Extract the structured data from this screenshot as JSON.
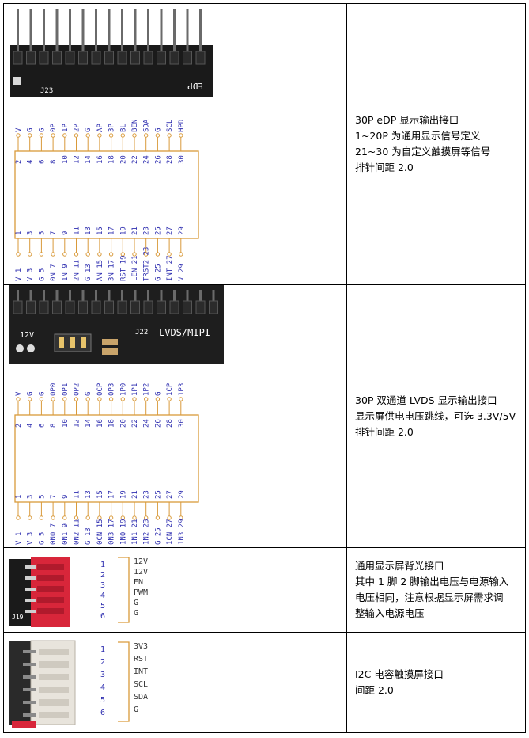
{
  "rows": [
    {
      "top_labels": [
        "V",
        "G",
        "G",
        "0P",
        "1P",
        "2P",
        "G",
        "AP",
        "3P",
        "BL",
        "BEN",
        "SDA",
        "G",
        "SCL",
        "HPD"
      ],
      "bottom_labels": [
        "V",
        "V",
        "G",
        "0N",
        "1N",
        "2N",
        "G",
        "AN",
        "3N",
        "RST",
        "LEN",
        "TRST2",
        "G",
        "INT",
        "V"
      ],
      "header_label": "J23",
      "header_silk": "EDP",
      "desc": [
        "30P eDP 显示输出接口",
        "1~20P 为通用显示信号定义",
        "21~30 为自定义触摸屏等信号",
        "排针间距 2.0"
      ]
    },
    {
      "top_labels": [
        "V",
        "G",
        "G",
        "0P0",
        "0P1",
        "0P2",
        "G",
        "0CP",
        "0P3",
        "1P0",
        "1P1",
        "1P2",
        "G",
        "1CP",
        "1P3"
      ],
      "bottom_labels": [
        "V",
        "V",
        "G",
        "0N0",
        "0N1",
        "0N2",
        "G",
        "0CN",
        "0N3",
        "1N0",
        "1N1",
        "1N2",
        "G",
        "1CN",
        "1N3"
      ],
      "header_label": "J22",
      "header_silk": "LVDS/MIPI",
      "jumper_label": "12V",
      "desc": [
        "30P  双通道 LVDS 显示输出接口",
        "显示屏供电电压跳线，可选 3.3V/5V",
        "排针间距 2.0"
      ]
    },
    {
      "pin_numbers": [
        "1",
        "2",
        "3",
        "4",
        "5",
        "6"
      ],
      "pin_names": [
        "12V",
        "12V",
        "EN",
        "PWM",
        "G",
        "G"
      ],
      "connector_label": "J19",
      "desc": [
        "通用显示屏背光接口",
        "其中 1 脚 2 脚输出电压与电源输入",
        "电压相同，注意根据显示屏需求调",
        "整输入电源电压"
      ]
    },
    {
      "pin_numbers": [
        "1",
        "2",
        "3",
        "4",
        "5",
        "6"
      ],
      "pin_names": [
        "3V3",
        "RST",
        "INT",
        "SCL",
        "SDA",
        "G"
      ],
      "desc": [
        "I2C 电容触摸屏接口",
        "间距 2.0"
      ]
    }
  ],
  "colors": {
    "pin_blue": "#2f2fb0",
    "ic_orange": "#d99a3a",
    "connector_red": "#d8263a",
    "connector_white": "#e8e4dc",
    "pcb": "#1a1a1a"
  }
}
